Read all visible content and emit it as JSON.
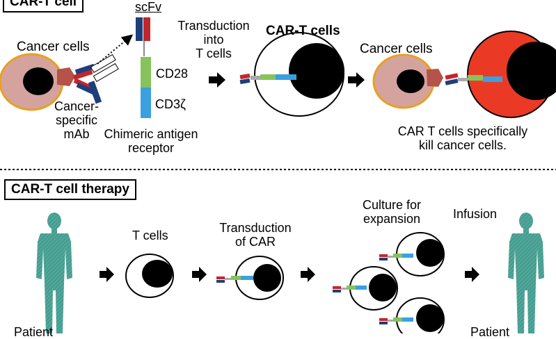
{
  "top": {
    "section_title": "CAR-T cell",
    "cancer_cells_left": "Cancer cells",
    "cancer_specific": [
      "Cancer-",
      "specific",
      "mAb"
    ],
    "scfv": "scFv",
    "cd28": "CD28",
    "cd3z": "CD3ζ",
    "chimeric": [
      "Chimeric antigen",
      "receptor"
    ],
    "transduction": [
      "Transduction",
      "into",
      "T cells"
    ],
    "cart_cells": "CAR-T cells",
    "cancer_cells_right": "Cancer cells",
    "kill": [
      "CAR T cells specifically",
      "kill cancer cells."
    ]
  },
  "bottom": {
    "section_title": "CAR-T cell therapy",
    "patient_left": "Patient",
    "t_cells": "T cells",
    "transduction_car": [
      "Transduction",
      "of CAR"
    ],
    "culture": [
      "Culture for",
      "expansion"
    ],
    "infusion": "Infusion",
    "patient_right": "Patient"
  },
  "colors": {
    "cancer_fill": "#d4a39e",
    "cancer_border": "#e8a020",
    "antigen": "#b5524a",
    "red_segment": "#c0272d",
    "blue_segment": "#1f3f7a",
    "cd28_green": "#86c35a",
    "cd3z_blue": "#3aa0e0",
    "killing_red": "#ea3a26",
    "patient_teal": "#4fa79a"
  }
}
